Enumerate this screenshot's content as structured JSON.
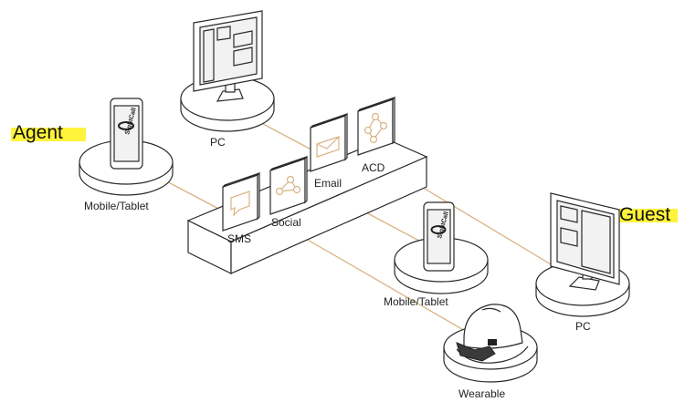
{
  "labels": {
    "agent": "Agent",
    "guest": "Guest",
    "pc_top": "PC",
    "mobile_left": "Mobile/Tablet",
    "mobile_mid": "Mobile/Tablet",
    "pc_right": "PC",
    "wearable": "Wearable",
    "sms": "SMS",
    "social": "Social",
    "email": "Email",
    "acd": "ACD"
  },
  "logo": {
    "brand": "SightCall"
  },
  "colors": {
    "connector": "#d9b382",
    "highlight": "#fff33b",
    "outline": "#2a2a2a",
    "screen": "#f2f2f2"
  }
}
